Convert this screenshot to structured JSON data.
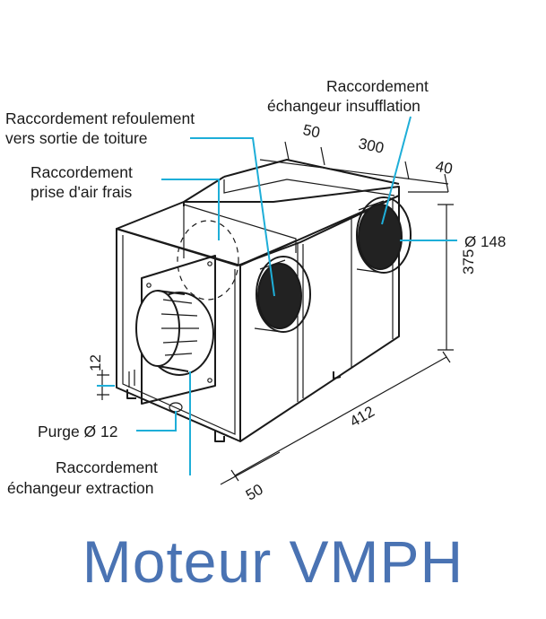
{
  "labels": {
    "refoulement_1": "Raccordement refoulement",
    "refoulement_2": "vers sortie de toiture",
    "prise_1": "Raccordement",
    "prise_2": "prise d'air frais",
    "insufflation_1": "Raccordement",
    "insufflation_2": "échangeur insufflation",
    "purge": "Purge Ø 12",
    "extraction_1": "Raccordement",
    "extraction_2": "échangeur extraction"
  },
  "dimensions": {
    "d50_top": "50",
    "d300": "300",
    "d40": "40",
    "d148": "Ø 148",
    "d375": "375",
    "d412": "412",
    "d50_bottom": "50",
    "d12": "12"
  },
  "title": "Moteur VMPH",
  "colors": {
    "leader": "#1eaed8",
    "title": "#4a73b3",
    "outline": "#1a1a1a"
  }
}
